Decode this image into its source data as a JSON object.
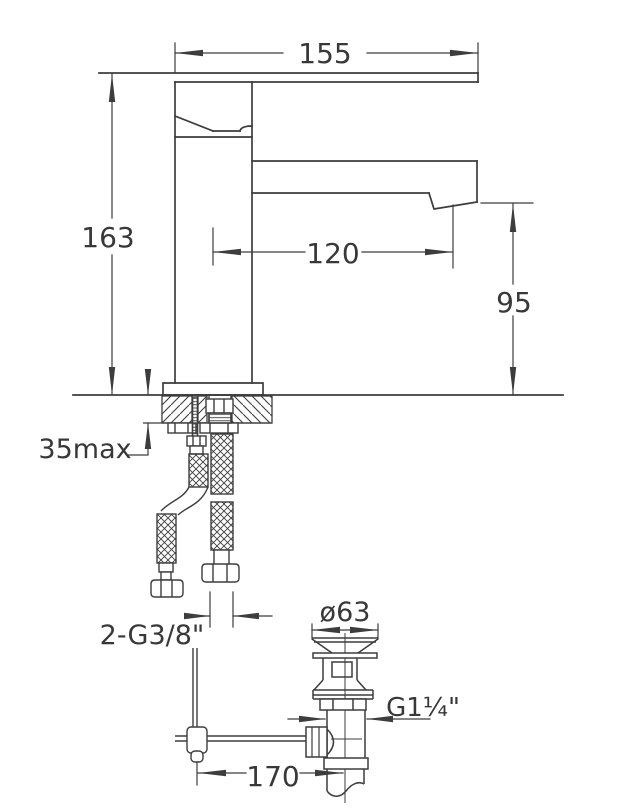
{
  "drawing": {
    "type": "technical-dimension-drawing",
    "subject": "single-lever basin mixer faucet with flexible supply hoses and pop-up waste",
    "background_color": "#ffffff",
    "line_color": "#3d3d3d",
    "dimensions": {
      "lever_width": "155",
      "total_height": "163",
      "spout_reach": "120",
      "spout_outlet_height": "95",
      "deck_thickness": "35max",
      "supply_connection": "2-G3/8\"",
      "waste_flange_diameter": "ø63",
      "waste_thread": "G1¼\"",
      "rod_offset": "170"
    }
  }
}
